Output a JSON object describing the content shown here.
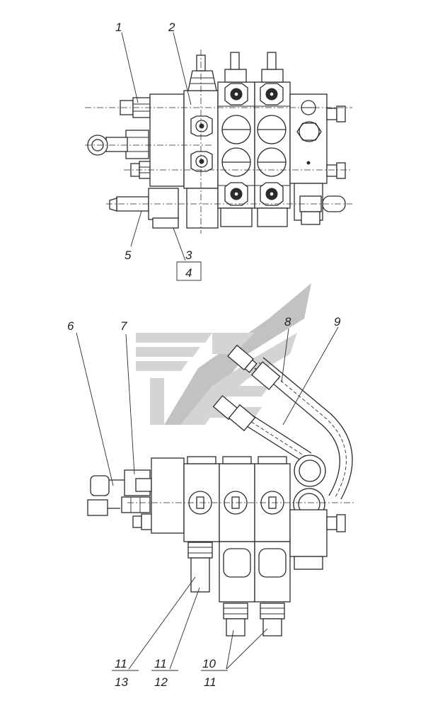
{
  "watermark": {
    "colors": [
      "#d4d4d4",
      "#c2c2c2"
    ]
  },
  "top_view": {
    "callouts": [
      {
        "id": "c1",
        "text": "1"
      },
      {
        "id": "c2",
        "text": "2"
      },
      {
        "id": "c3",
        "text": "3"
      },
      {
        "id": "c4",
        "text": "4"
      },
      {
        "id": "c5",
        "text": "5"
      }
    ]
  },
  "bottom_view": {
    "callouts": [
      {
        "id": "c6",
        "text": "6"
      },
      {
        "id": "c7",
        "text": "7"
      },
      {
        "id": "c8",
        "text": "8"
      },
      {
        "id": "c9",
        "text": "9"
      },
      {
        "id": "c10",
        "text": "10"
      },
      {
        "id": "c11a",
        "text": "11"
      },
      {
        "id": "c11b",
        "text": "11"
      },
      {
        "id": "c11c",
        "text": "11"
      },
      {
        "id": "c12",
        "text": "12"
      },
      {
        "id": "c13",
        "text": "13"
      }
    ]
  }
}
